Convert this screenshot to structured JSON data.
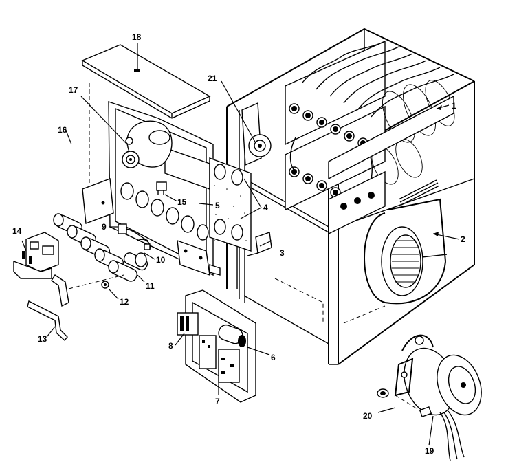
{
  "diagram": {
    "labels": {
      "l1": "1",
      "l2": "2",
      "l3": "3",
      "l4": "4",
      "l5": "5",
      "l6": "6",
      "l7": "7",
      "l8": "8",
      "l9": "9",
      "l10": "10",
      "l11": "11",
      "l12": "12",
      "l13": "13",
      "l14": "14",
      "l15": "15",
      "l16": "16",
      "l17": "17",
      "l18": "18",
      "l19": "19",
      "l20": "20",
      "l21": "21"
    },
    "colors": {
      "ink": "#000000",
      "paper": "#ffffff"
    }
  }
}
